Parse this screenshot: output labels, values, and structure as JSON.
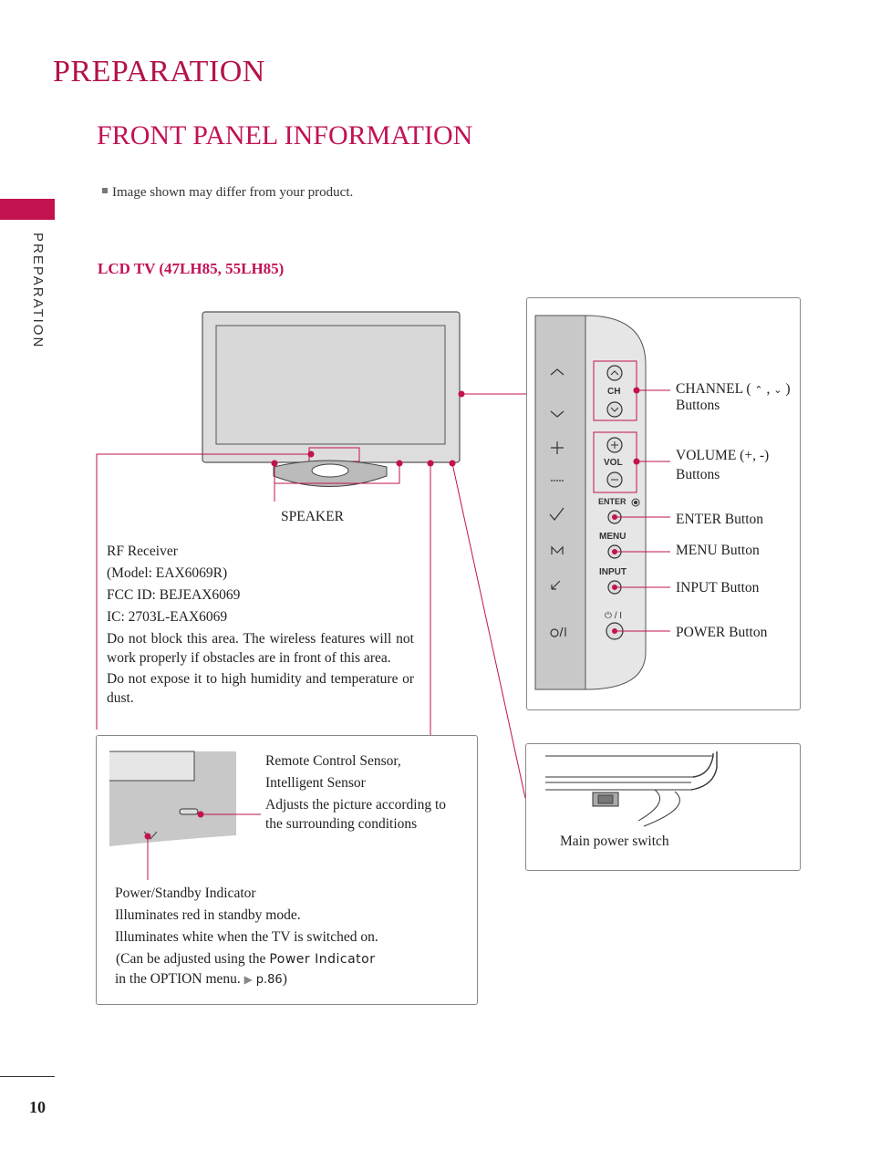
{
  "header": {
    "section_title": "PREPARATION",
    "page_title": "FRONT PANEL INFORMATION"
  },
  "side_label": "PREPARATION",
  "note": "Image shown may differ from your product.",
  "model_heading": "LCD TV (47LH85, 55LH85)",
  "labels": {
    "speaker": "SPEAKER",
    "rf_receiver": "RF Receiver",
    "rf_model": "(Model: EAX6069R)",
    "rf_fcc": "FCC ID: BEJEAX6069",
    "rf_ic": "IC: 2703L-EAX6069",
    "rf_warn1": "Do not block this area. The wireless features will not work properly if obstacles are in front of this area.",
    "rf_warn2": "Do not expose it to high humidity and temperature or dust."
  },
  "buttons_panel": {
    "channel_label": "CHANNEL (",
    "channel_close": ")",
    "channel_buttons": "Buttons",
    "volume_label": "VOLUME (+, -)",
    "volume_buttons": "Buttons",
    "enter": "ENTER Button",
    "menu": "MENU Button",
    "input": "INPUT Button",
    "power": "POWER Button",
    "ch_text": "CH",
    "vol_text": "VOL",
    "enter_text": "ENTER",
    "menu_text": "MENU",
    "input_text": "INPUT",
    "power_text": "⏻ / I"
  },
  "sensor_box": {
    "title1": "Remote Control Sensor,",
    "title2": "Intelligent Sensor",
    "desc": "Adjusts the picture according to the surrounding conditions",
    "indicator_title": "Power/Standby Indicator",
    "ind1": "Illuminates red in standby mode.",
    "ind2": "Illuminates white when the TV is switched on.",
    "ind3_pre": "(Can be adjusted using the",
    "ind3_bold": "Power Indicator",
    "ind4_pre": "in the OPTION menu.",
    "ind4_ref": "p.86",
    "ind4_close": ")"
  },
  "power_switch": {
    "label": "Main power switch"
  },
  "page_number": "10",
  "colors": {
    "accent": "#c2124f"
  }
}
